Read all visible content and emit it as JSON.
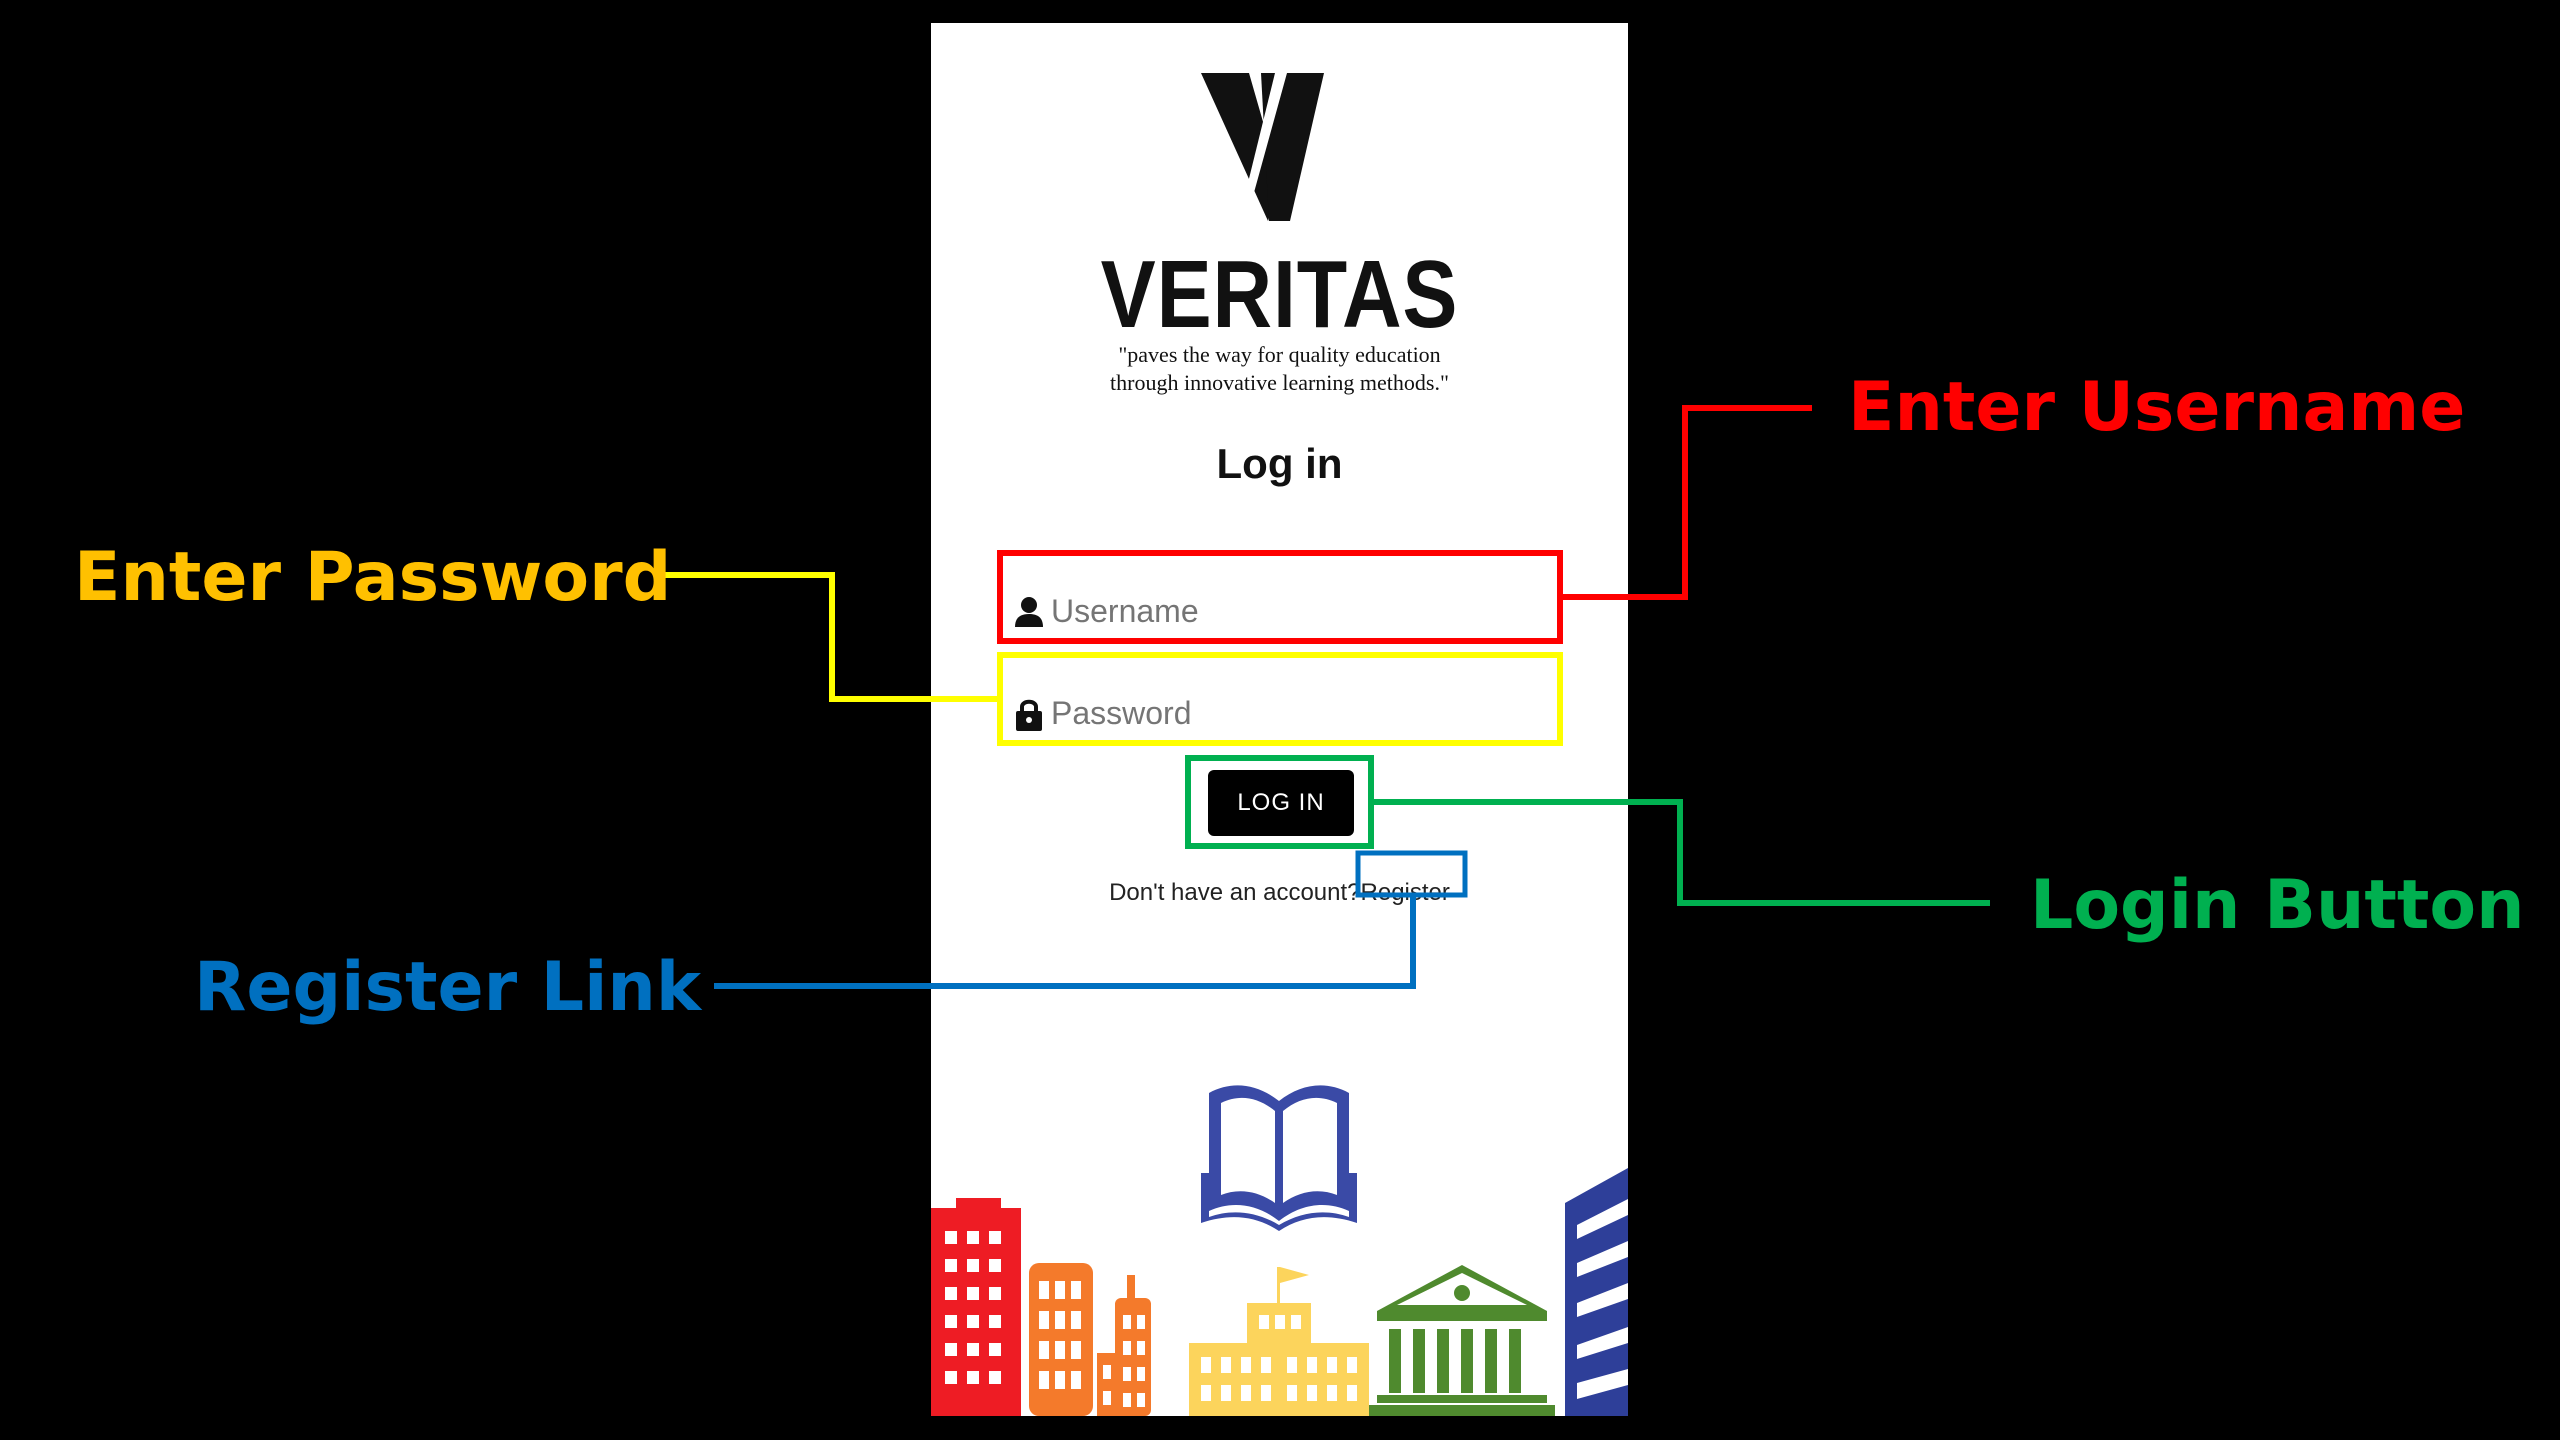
{
  "brand": {
    "name": "VERITAS",
    "tagline_line1": "\"paves the way for quality education",
    "tagline_line2": "through innovative learning methods.\""
  },
  "login": {
    "title": "Log in",
    "username_placeholder": "Username",
    "password_placeholder": "Password",
    "login_button": "LOG IN",
    "no_account_text": "Don't have an account?",
    "register_link": "Register"
  },
  "icons": {
    "username": "user-icon",
    "password": "lock-icon",
    "logo": "veritas-v-logo-icon",
    "book": "open-book-icon"
  },
  "annotations": {
    "username": {
      "label": "Enter Username",
      "color": "#ff0000"
    },
    "password": {
      "label": "Enter Password",
      "color": "#ffc000"
    },
    "login": {
      "label": "Login Button",
      "color": "#00b050"
    },
    "register": {
      "label": "Register Link",
      "color": "#0070c0"
    }
  },
  "colors": {
    "background": "#000000",
    "screen": "#ffffff",
    "button": "#000000",
    "city_red": "#ee1c24",
    "city_orange": "#f47a2b",
    "city_yellow": "#fcd45c",
    "city_green": "#4f8a2e",
    "city_blue": "#2e3f99"
  }
}
